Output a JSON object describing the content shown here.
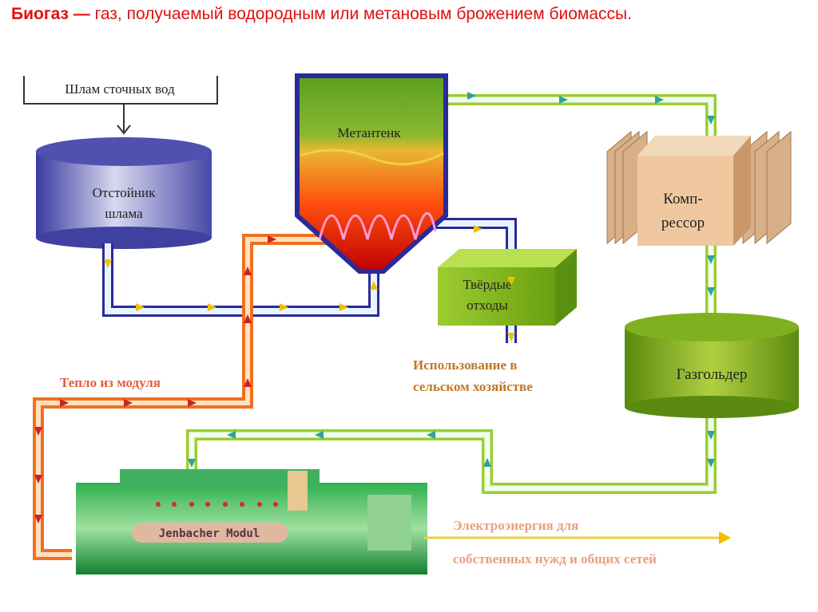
{
  "title": {
    "bold": "Биогаз —",
    "rest": " газ, получаемый водородным или метановым брожением биомассы."
  },
  "labels": {
    "sludge_inlet": "Шлам сточных вод",
    "settler_line1": "Отстойник",
    "settler_line2": "шлама",
    "digester": "Метантенк",
    "solid_waste_line1": "Твёрдые",
    "solid_waste_line2": "отходы",
    "agri_use_line1": "Использование в",
    "agri_use_line2": "сельском хозяйстве",
    "compressor_line1": "Комп-",
    "compressor_line2": "рессор",
    "gasholder": "Газгольдер",
    "heat": "Тепло из модуля",
    "electricity_line1": "Электроэнергия для",
    "electricity_line2": "собственных нужд и общих сетей",
    "engine": "Jenbacher Modul"
  },
  "colors": {
    "title": "#e01010",
    "sludge_pipe": "#2a2a9a",
    "gas_pipe": "#9acd32",
    "heat_pipe": "#f07020",
    "arrow_yellow": "#f0c000",
    "heat_text": "#e06040",
    "agri_text": "#c07828",
    "electric_text": "#e8a080"
  }
}
